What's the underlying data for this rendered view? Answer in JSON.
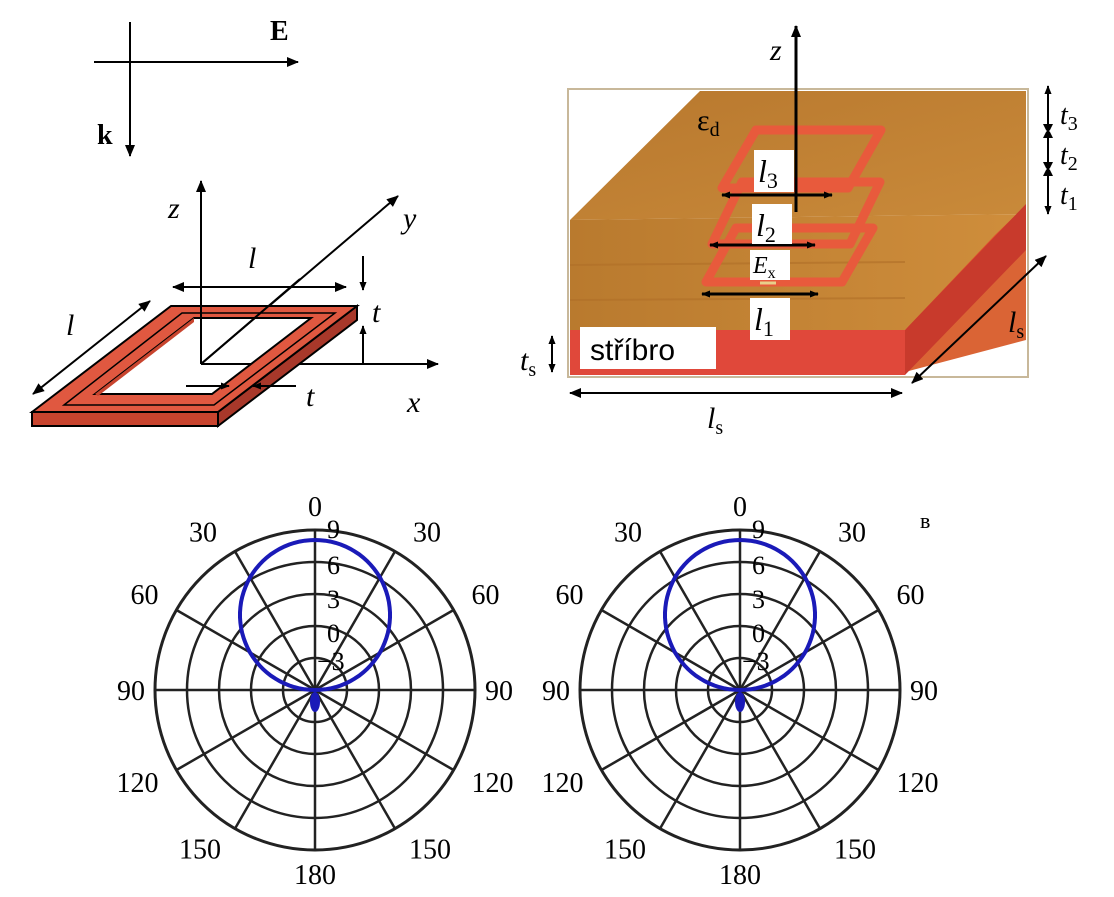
{
  "figure_a": {
    "e_label": "E",
    "k_label": "k",
    "z_label": "z",
    "y_label": "y",
    "x_label": "x",
    "l_top": "l",
    "l_left": "l",
    "t_right": "t",
    "t_bottom": "t",
    "colors": {
      "ring": "#e05840",
      "ring_edge": "#b8402c"
    }
  },
  "figure_b": {
    "z_label": "z",
    "eps_main": "ε",
    "eps_sub": "d",
    "l3_main": "l",
    "l3_sub": "3",
    "l2_main": "l",
    "l2_sub": "2",
    "l1_main": "l",
    "l1_sub": "1",
    "ex_main": "E",
    "ex_sub": "x",
    "silver_label": "stříbro",
    "ts_main": "t",
    "ts_sub": "s",
    "ls_bottom_main": "l",
    "ls_bottom_sub": "s",
    "ls_right_main": "l",
    "ls_right_sub": "s",
    "t3_main": "t",
    "t3_sub": "3",
    "t2_main": "t",
    "t2_sub": "2",
    "t1_main": "t",
    "t1_sub": "1",
    "colors": {
      "dielectric": "#c9822f",
      "silver_layer": "#e0483a",
      "ring": "#e85a3c"
    }
  },
  "polar_labels": {
    "angles": [
      "0",
      "30",
      "30",
      "60",
      "60",
      "90",
      "90",
      "120",
      "120",
      "150",
      "150",
      "180"
    ],
    "radial": [
      "9",
      "6",
      "3",
      "0",
      "−3"
    ],
    "panel_letter": "в"
  },
  "polar_curve_color": "#1a1ab8"
}
